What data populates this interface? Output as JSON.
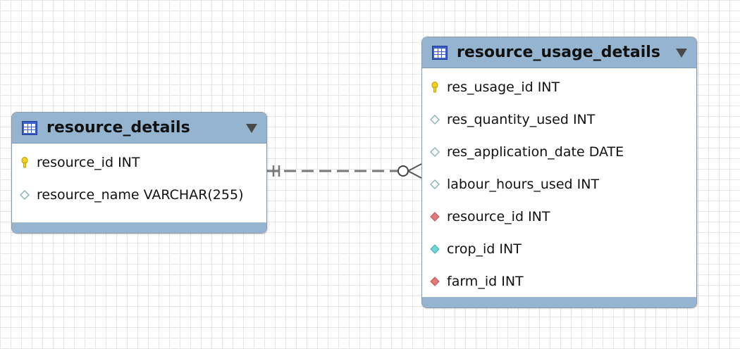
{
  "tables": [
    {
      "title": "resource_details",
      "columns": [
        {
          "name": "resource_id",
          "type": "INT",
          "icon": "primary-key-icon"
        },
        {
          "name": "resource_name",
          "type": "VARCHAR(255)",
          "icon": "column-diamond-icon"
        }
      ]
    },
    {
      "title": "resource_usage_details",
      "columns": [
        {
          "name": "res_usage_id",
          "type": "INT",
          "icon": "primary-key-icon"
        },
        {
          "name": "res_quantity_used",
          "type": "INT",
          "icon": "column-diamond-icon"
        },
        {
          "name": "res_application_date",
          "type": "DATE",
          "icon": "column-diamond-icon"
        },
        {
          "name": "labour_hours_used",
          "type": "INT",
          "icon": "column-diamond-icon"
        },
        {
          "name": "resource_id",
          "type": "INT",
          "icon": "foreign-key-diamond-icon"
        },
        {
          "name": "crop_id",
          "type": "INT",
          "icon": "index-diamond-icon"
        },
        {
          "name": "farm_id",
          "type": "INT",
          "icon": "foreign-key-diamond-icon"
        }
      ]
    }
  ],
  "relationship": {
    "from": "resource_details",
    "to": "resource_usage_details",
    "from_cardinality": "one-and-only-one",
    "to_cardinality": "zero-or-many",
    "line_style": "dashed"
  },
  "colors": {
    "header": "#94b4d0",
    "grid": "#e6e6e6",
    "primary_key": "#f2d21b",
    "foreign_key": "#e07a7a",
    "index": "#6fd6d6",
    "column": "#b8dada"
  }
}
